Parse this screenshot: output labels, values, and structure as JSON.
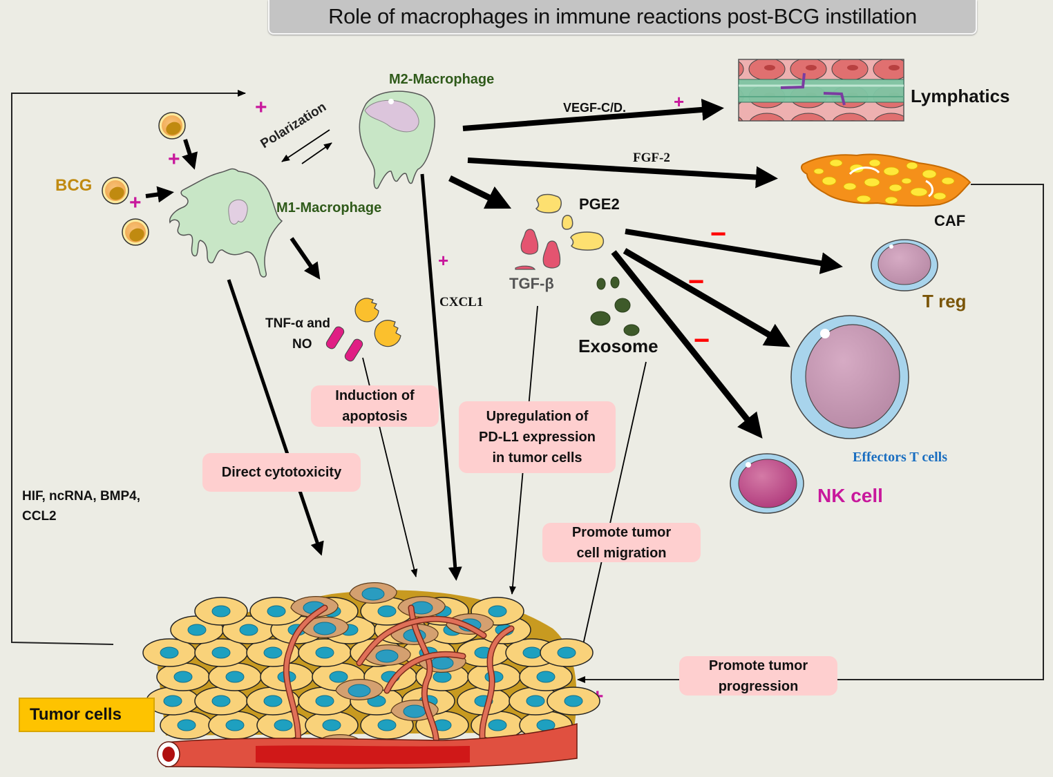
{
  "title": "Role of macrophages in immune reactions post-BCG instillation",
  "labels": {
    "bcg": "BCG",
    "m1": "M1-Macrophage",
    "m2": "M2-Macrophage",
    "polarization": "Polarization",
    "vegf": "VEGF-C/D.",
    "fgf2": "FGF-2",
    "lymphatics": "Lymphatics",
    "caf": "CAF",
    "pge2": "PGE2",
    "tgfb": "TGF-β",
    "exosome": "Exosome",
    "cxcl1": "CXCL1",
    "tnf_line1": "TNF-α and",
    "tnf_line2": "NO",
    "treg": "T reg",
    "effectors": "Effectors T cells",
    "nk": "NK cell",
    "hif_line1": "HIF, ncRNA, BMP4,",
    "hif_line2": "CCL2",
    "tumor_cells": "Tumor cells"
  },
  "effect_boxes": {
    "direct_cytotoxicity": [
      "Direct cytotoxicity"
    ],
    "induction_apoptosis": [
      "Induction of",
      "apoptosis"
    ],
    "pdl1": [
      "Upregulation of",
      "PD-L1 expression",
      "in tumor cells"
    ],
    "migration": [
      "Promote tumor",
      "cell migration"
    ],
    "progression": [
      "Promote tumor",
      "progression"
    ]
  },
  "symbols": {
    "plus": "+",
    "minus": "−"
  },
  "colors": {
    "background": "#ecece4",
    "plus": "#c8189c",
    "minus": "#ff0000",
    "bcg_label": "#c08a10",
    "macrophage_label": "#2f5a1a",
    "treg_label": "#7a5508",
    "effectors_label": "#1a6ec0",
    "nk_label": "#c8189c",
    "tgfb_label": "#555555",
    "effect_box": "#fecfcf",
    "tumor_label_bg": "#fec300"
  }
}
